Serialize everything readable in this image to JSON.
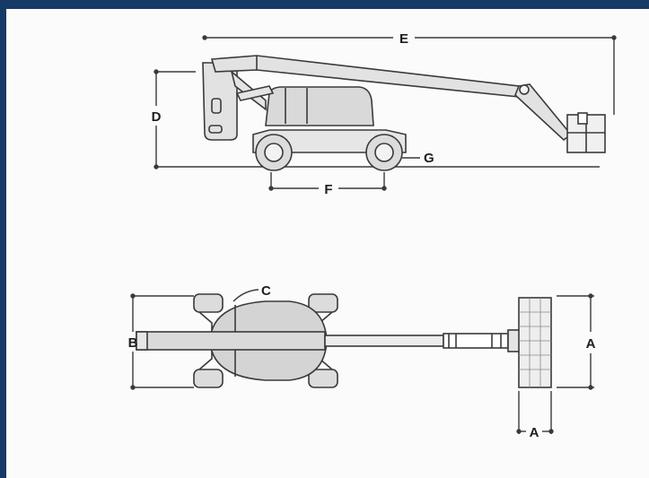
{
  "diagram": {
    "labels": {
      "A_height": "A",
      "A_width": "A",
      "B": "B",
      "C": "C",
      "D": "D",
      "E": "E",
      "F": "F",
      "G": "G"
    },
    "colors": {
      "frame": "#163a66",
      "line": "#3a3a3a",
      "body_fill": "#d9d9d9",
      "light_fill": "#ececec"
    }
  }
}
